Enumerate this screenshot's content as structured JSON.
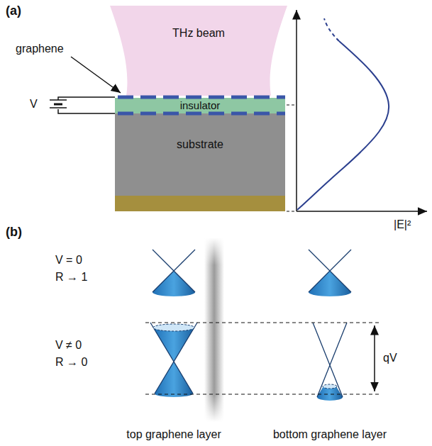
{
  "diagram": {
    "nodes": [
      {
        "text": [
          "THz beam"
        ]
      },
      {
        "text": [
          "insulator"
        ]
      },
      {
        "text": [
          "substrate"
        ]
      }
    ],
    "labels": [
      "(a)",
      "graphene",
      "V",
      "|E|²",
      "(b)",
      "V = 0",
      "R → 1",
      "V ≠ 0",
      "R → 0",
      "qV",
      "top graphene layer",
      "bottom graphene layer"
    ]
  }
}
